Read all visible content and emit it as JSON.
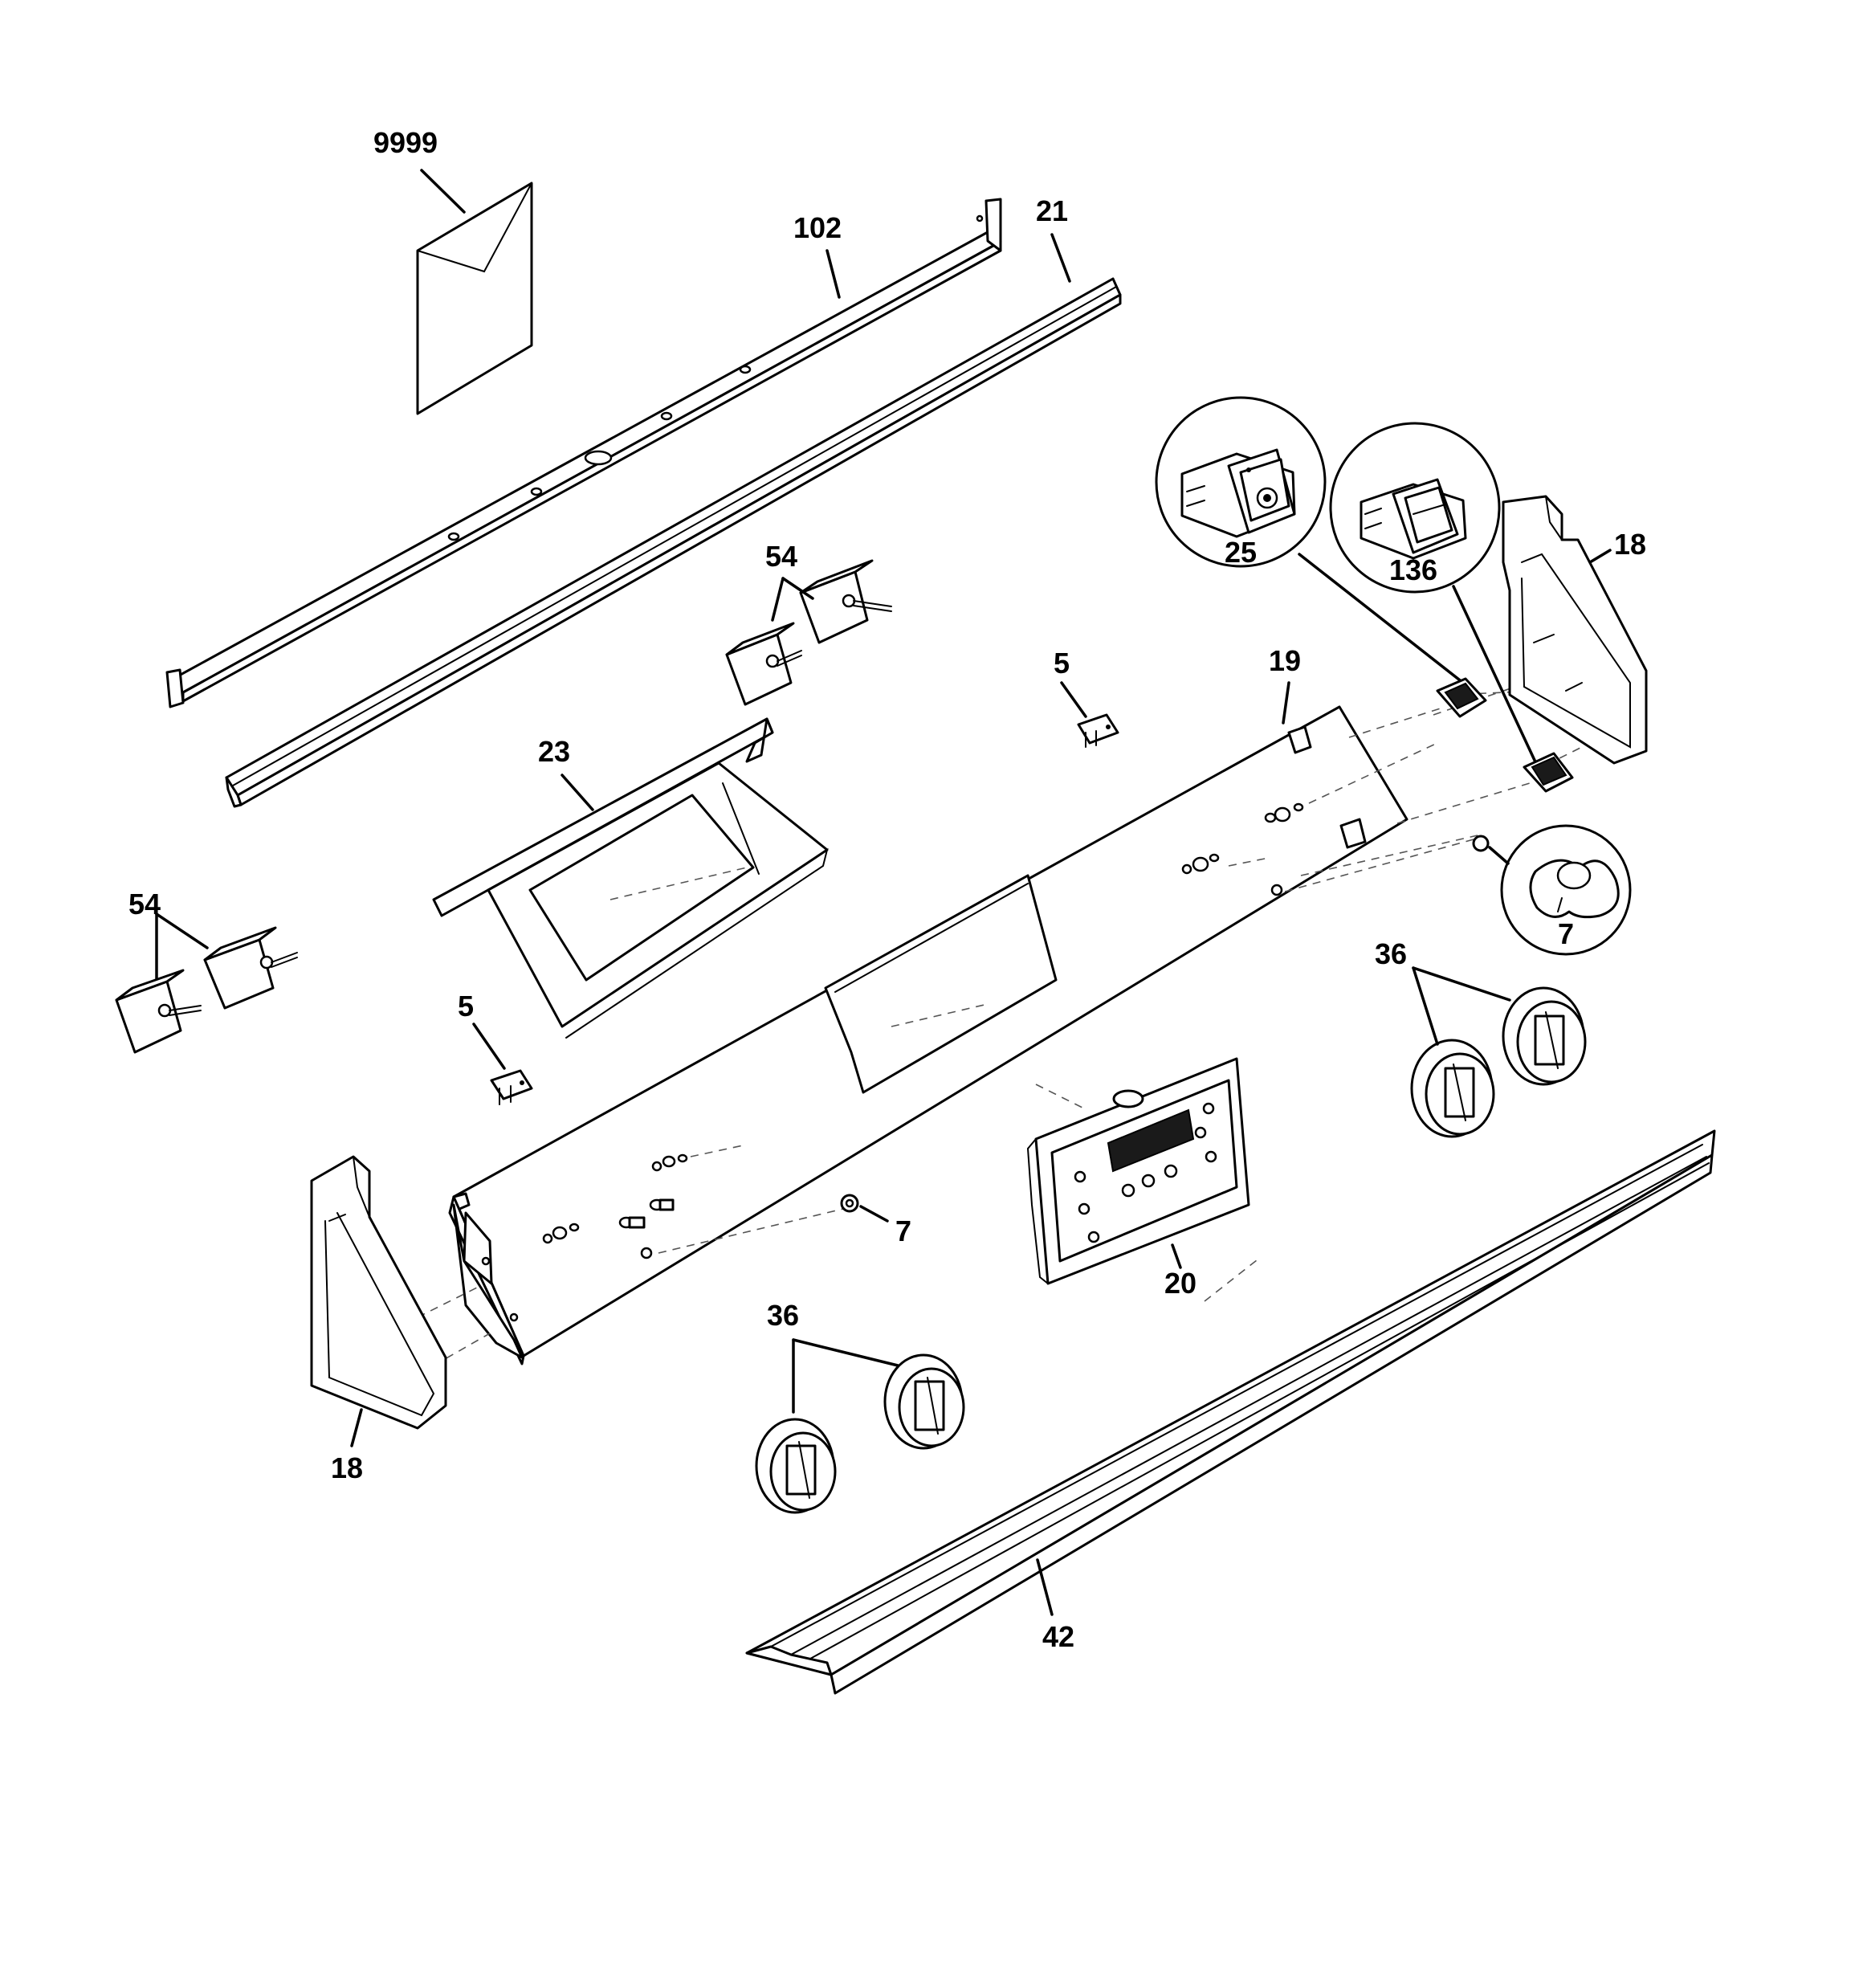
{
  "diagram": {
    "callouts": {
      "c9999": "9999",
      "c102": "102",
      "c21": "21",
      "c54_top": "54",
      "c54_left": "54",
      "c5_top": "5",
      "c5_left": "5",
      "c19": "19",
      "c25": "25",
      "c136": "136",
      "c18_right": "18",
      "c18_left": "18",
      "c23": "23",
      "c7_circle": "7",
      "c7_panel": "7",
      "c36_right": "36",
      "c36_bottom": "36",
      "c20": "20",
      "c42": "42"
    }
  }
}
